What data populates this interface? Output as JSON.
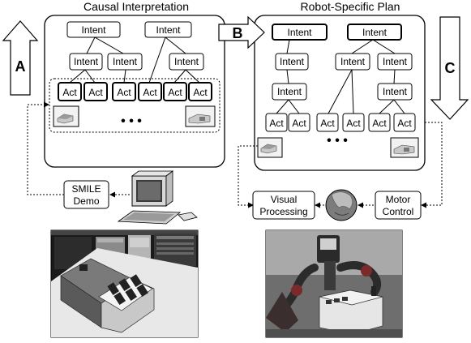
{
  "panels": {
    "left_title": "Causal Interpretation",
    "right_title": "Robot-Specific Plan"
  },
  "arrows": {
    "a": "A",
    "b": "B",
    "c": "C"
  },
  "nodes": {
    "intent": "Intent",
    "act": "Act"
  },
  "ellipsis": "• • •",
  "pipeline": {
    "smile_line1": "SMILE",
    "smile_line2": "Demo",
    "visual_line1": "Visual",
    "visual_line2": "Processing",
    "motor_line1": "Motor",
    "motor_line2": "Control"
  }
}
